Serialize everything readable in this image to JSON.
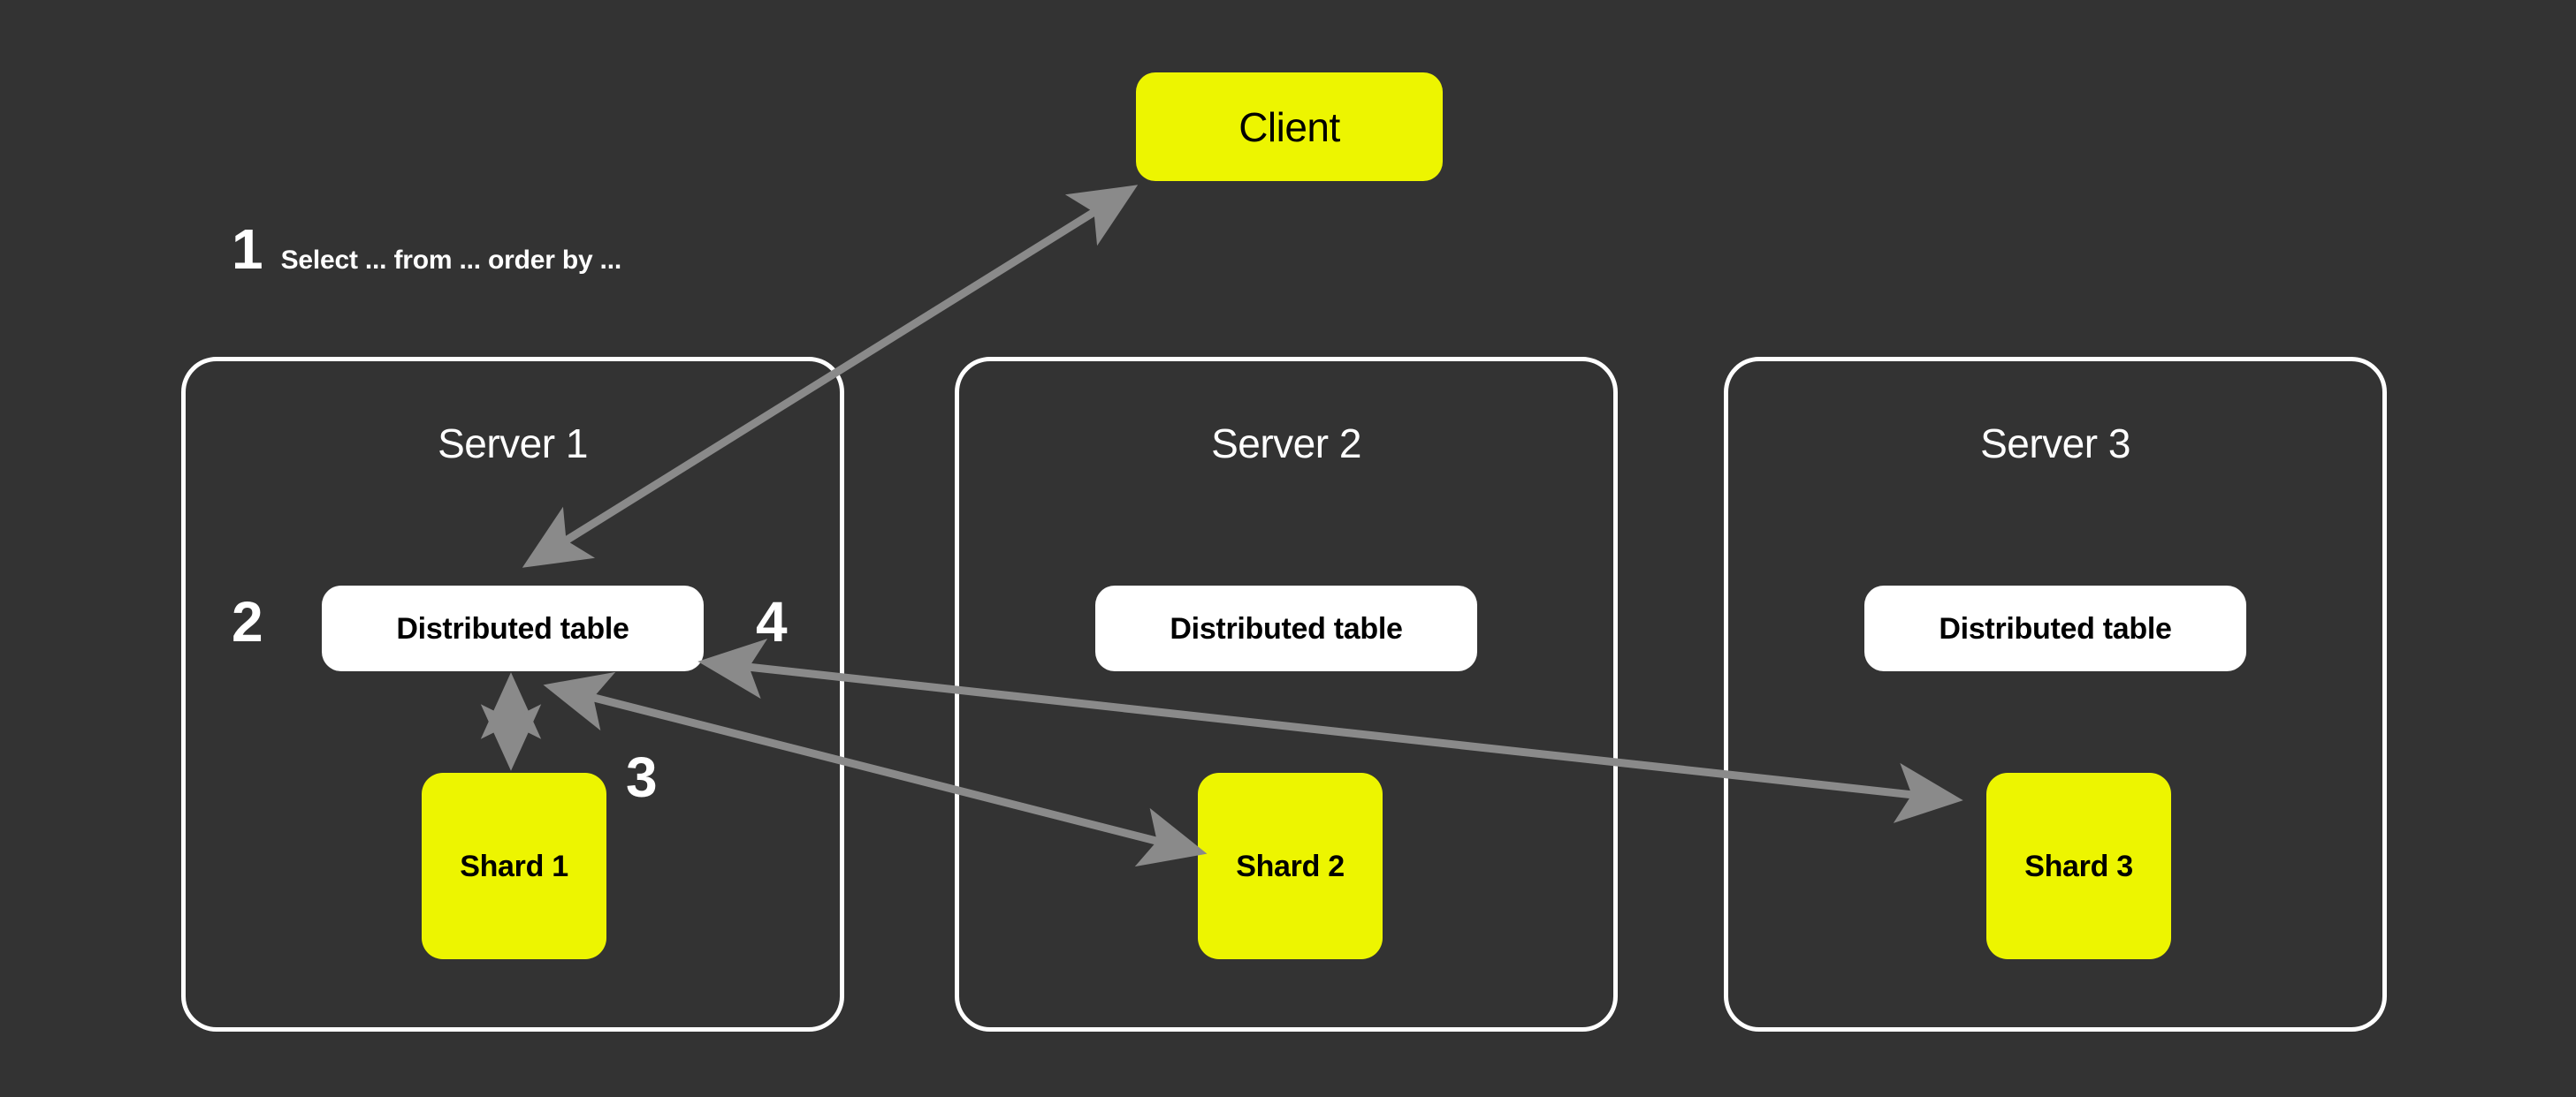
{
  "diagram": {
    "title": "Distributed query execution across shards",
    "background_color": "#333333",
    "accent_color": "#EDF500",
    "arrow_color": "#8A8A8A",
    "panel_border_color": "#FFFFFF"
  },
  "client": {
    "label": "Client"
  },
  "query": {
    "step": "1",
    "text": "Select ... from ... order by ..."
  },
  "steps": {
    "two": "2",
    "three": "3",
    "four": "4"
  },
  "servers": [
    {
      "title": "Server 1",
      "distributed_table_label": "Distributed table",
      "shard_label": "Shard 1"
    },
    {
      "title": "Server 2",
      "distributed_table_label": "Distributed table",
      "shard_label": "Shard 2"
    },
    {
      "title": "Server 3",
      "distributed_table_label": "Distributed table",
      "shard_label": "Shard 3"
    }
  ],
  "connections": [
    {
      "name": "client-to-distributed-table",
      "from": "Client",
      "to": "Server 1 Distributed table",
      "direction": "bidirectional"
    },
    {
      "name": "distributed-table-to-shard-1",
      "from": "Server 1 Distributed table",
      "to": "Shard 1",
      "direction": "bidirectional"
    },
    {
      "name": "distributed-table-to-shard-2",
      "from": "Server 1 Distributed table",
      "to": "Shard 2",
      "direction": "bidirectional"
    },
    {
      "name": "distributed-table-to-shard-3",
      "from": "Server 1 Distributed table",
      "to": "Shard 3",
      "direction": "bidirectional"
    }
  ]
}
